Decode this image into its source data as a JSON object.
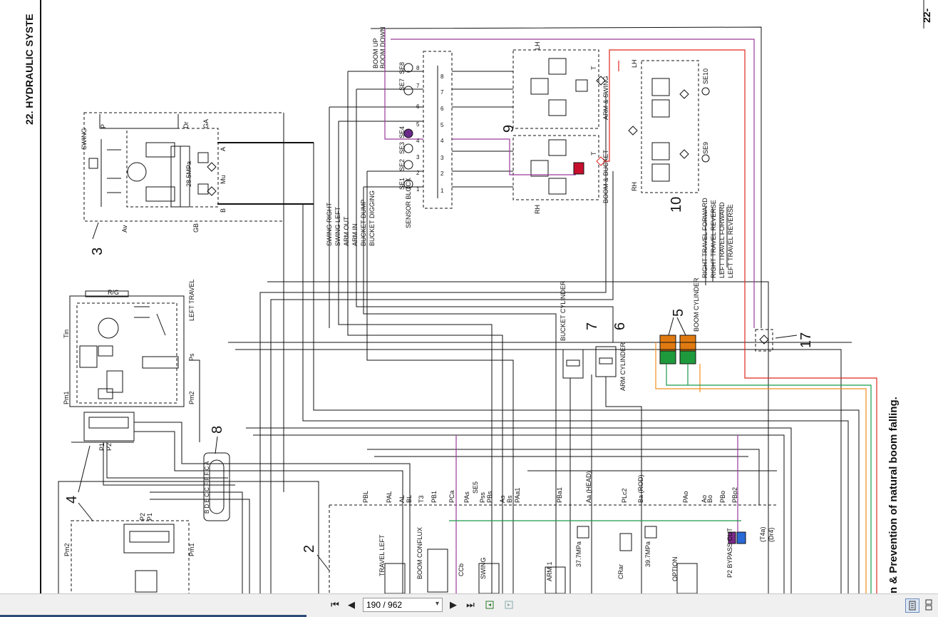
{
  "header": {
    "section_title": "22. HYDRAULIC SYSTE",
    "page_ref": "22-"
  },
  "footer_caption": "n & Prevention  of natural boom falling.",
  "components": {
    "c2": "2",
    "c3": "3",
    "c4": "4",
    "c5": "5",
    "c6": "6",
    "c7": "7",
    "c8": "8",
    "c9": "9",
    "c10": "10",
    "c17": "17"
  },
  "labels": {
    "swing": "SWING",
    "p": "P",
    "dr": "Dr",
    "ga": "GA",
    "a": "A",
    "mu": "Mu",
    "b": "B",
    "pressure_285": "28.5MPa",
    "av": "Av",
    "gb": "GB",
    "rg": "R/G",
    "left_travel": "LEFT TRAVEL",
    "tin": "Tin",
    "ps": "Ps",
    "pm1": "Pm1",
    "pm2": "Pm2",
    "p1": "P1",
    "p2": "P2",
    "sensor_block": "SENSOR BLOCK",
    "se1": "SE1",
    "se2": "SE2",
    "se3": "SE3",
    "se4": "SE4",
    "se7": "SE7",
    "se8": "SE8",
    "se5": "SE5",
    "se9": "SE9",
    "se10": "SE10",
    "boom_up": "BOOM UP",
    "boom_down": "BOOM DOWN",
    "swing_right": "SWING RIGHT",
    "swing_left": "SWING LEFT",
    "arm_out": "ARM OUT",
    "arm_in": "ARM IN",
    "bucket_dump": "BUCKET DUMP",
    "bucket_digging": "BUCKET DIGGING",
    "lh": "LH",
    "rh": "RH",
    "t": "T",
    "arm_swing": "ARM & SWING",
    "boom_bucket": "BOOM & BUCKET",
    "rtf": "RIGHT TRAVEL FORWARD",
    "rtr": "RIGHT TRAVEL REVERSE",
    "ltf": "LEFT TRAVEL FORWARD",
    "ltr": "LEFT TRAVEL REVERSE",
    "bucket_cyl": "BUCKET CYLINDER",
    "arm_cyl": "ARM CYLINDER",
    "boom_cyl": "BOOM CYLINDER",
    "pbl": "PBL",
    "pal": "PAL",
    "al": "AL",
    "bl": "BL",
    "t3": "T3",
    "pb1": "PB1",
    "pca": "PCa",
    "pas": "PAs",
    "pss": "Pss",
    "pbs": "PBs",
    "as": "As",
    "bs": "Bs",
    "pa1": "PAa1",
    "pba1": "PBa1",
    "aa_head": "Aa (HEAD)",
    "plc2": "PLc2",
    "ba_rod": "Ba (ROD)",
    "pao": "PAo",
    "ao": "Ao",
    "bo": "Bo",
    "pbo": "PBo",
    "pbp2": "PBp2",
    "t4a": "(T4a)",
    "dr4": "(Dr4)",
    "travel_left": "TRAVEL LEFT",
    "boom_conflux": "BOOM CONFLUX",
    "ccb": "CCb",
    "swing_sec": "SWING",
    "arm1": "ARM 1",
    "pressure_377a": "37.7MPa",
    "crar": "CRar",
    "pressure_377b": "39.7MPa",
    "option": "OPTION",
    "p2_bypass": "P2 BYPASS CUT",
    "bdeccfffca": "B D E C C F F F C A"
  },
  "toolbar": {
    "page_display": "190 / 962",
    "first_icon": "first-page-icon",
    "prev_icon": "prev-page-icon",
    "next_icon": "next-page-icon",
    "last_icon": "last-page-icon",
    "back_icon": "back-icon",
    "forward_icon": "forward-icon",
    "single_view_icon": "single-page-view-icon",
    "continuous_view_icon": "continuous-view-icon"
  },
  "colors": {
    "line": "#111111",
    "purple": "#9b3a9b",
    "red": "#e0281e",
    "orange": "#f0901e",
    "green": "#1a9a4a",
    "boom_cyl_top": "#e07a10",
    "boom_cyl_bottom": "#1e9a3c",
    "se4_dot": "#6a2a8a",
    "red_valve": "#c8102e",
    "blue_valve": "#2a6ad8",
    "toolbar_accent": "#2b4a78"
  }
}
